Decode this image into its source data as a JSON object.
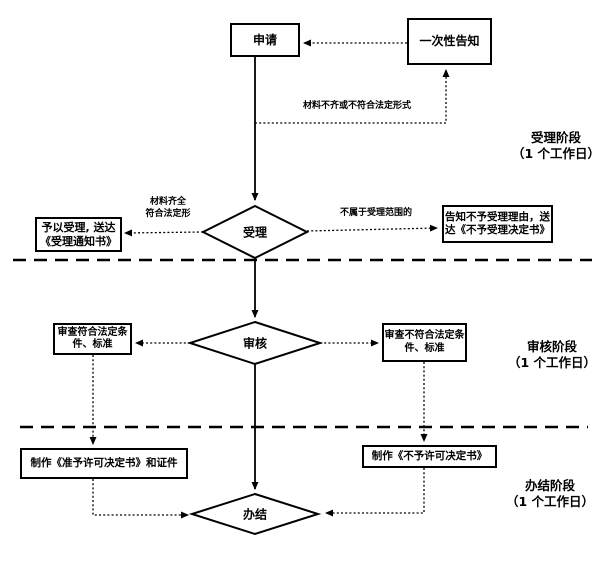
{
  "diagram": {
    "type": "flowchart",
    "language": "zh-CN",
    "colors": {
      "line": "#000000",
      "background": "#ffffff",
      "text": "#000000"
    },
    "nodes": {
      "apply": {
        "shape": "rect",
        "label": "申请"
      },
      "one_time_notice": {
        "shape": "rect",
        "label": "一次性告知"
      },
      "accept": {
        "shape": "diamond",
        "label": "受理"
      },
      "review": {
        "shape": "diamond",
        "label": "审核"
      },
      "close": {
        "shape": "diamond",
        "label": "办结"
      },
      "accept_yes": {
        "shape": "rect",
        "label": "予以受理, 送达\n《受理通知书》"
      },
      "accept_no": {
        "shape": "rect",
        "label": "告知不予受理理由，送\n达《不予受理决定书》"
      },
      "review_pass": {
        "shape": "rect",
        "label": "审查符合法定条\n件、标准"
      },
      "review_fail": {
        "shape": "rect",
        "label": "审查不符合法定条\n件、标准"
      },
      "make_license": {
        "shape": "rect",
        "label": "制作《准予许可决定书》和证件"
      },
      "make_denial": {
        "shape": "rect",
        "label": "制作《不予许可决定书》"
      }
    },
    "edge_labels": {
      "incomplete": "材料不齐或不符合法定形式",
      "complete": "材料齐全\n符合法定形",
      "out_of_scope": "不属于受理范围的"
    },
    "stages": [
      {
        "name": "受理阶段",
        "duration": "（1 个工作日）",
        "text": "受理阶段\n（1 个工作日）"
      },
      {
        "name": "审核阶段",
        "duration": "（1 个工作日）",
        "text": "审核阶段\n（1 个工作日）"
      },
      {
        "name": "办结阶段",
        "duration": "（1 个工作日）",
        "text": "办结阶段\n（1 个工作日）"
      }
    ]
  }
}
